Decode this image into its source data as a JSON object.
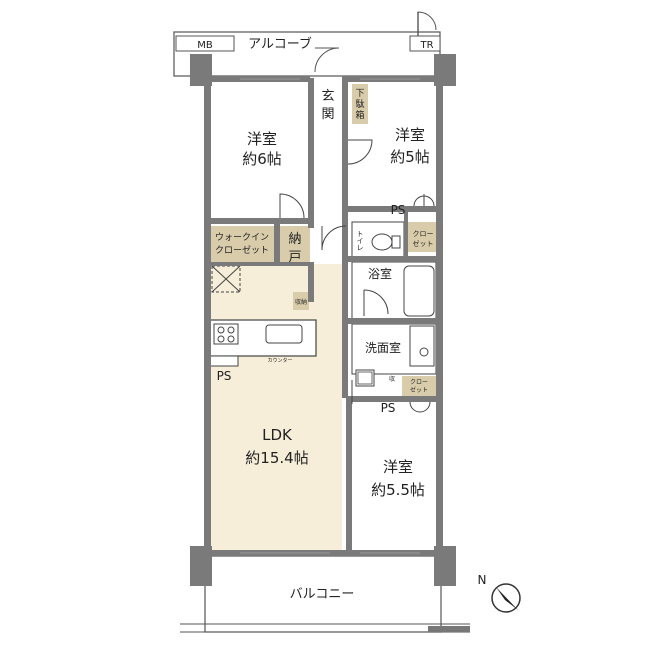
{
  "rooms": {
    "western_6": {
      "name": "洋室",
      "size": "約6帖"
    },
    "western_5": {
      "name": "洋室",
      "size": "約5帖"
    },
    "western_55": {
      "name": "洋室",
      "size": "約5.5帖"
    },
    "ldk": {
      "name": "LDK",
      "size": "約15.4帖"
    },
    "entrance": {
      "line1": "玄",
      "line2": "関"
    },
    "shoe_box": {
      "line1": "下",
      "line2": "駄",
      "line3": "箱"
    },
    "walkin": {
      "line1": "ウォークイン",
      "line2": "クローゼット"
    },
    "storage": {
      "line1": "納",
      "line2": "戸"
    },
    "toilet": "トイレ",
    "closet_upper": {
      "line1": "クロー",
      "line2": "ゼット"
    },
    "closet_lower": {
      "line1": "クロー",
      "line2": "ゼット"
    },
    "bath": "浴室",
    "washroom": "洗面室",
    "storage_small": "収納",
    "counter": "カウンター",
    "laundry": "収"
  },
  "labels": {
    "alcove": "アルコーブ",
    "mb": "MB",
    "tr": "TR",
    "balcony": "バルコニー",
    "ps_upper": "PS",
    "ps_kitchen": "PS",
    "ps_lower": "PS",
    "north": "N"
  },
  "colors": {
    "wall": "#7a7a7a",
    "wall_dark": "#555555",
    "ldk_floor": "#f6eed8",
    "closet_fill": "#d8ccaa",
    "room_fill": "#ffffff",
    "outline": "#333333"
  }
}
